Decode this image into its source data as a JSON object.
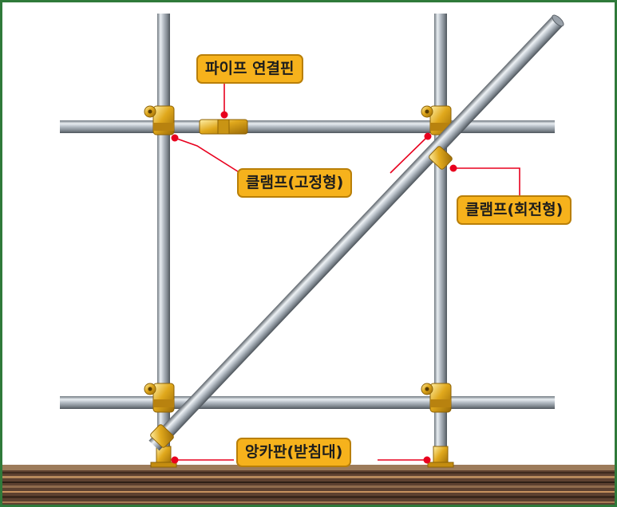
{
  "labels": {
    "pipe_pin": "파이프 연결핀",
    "clamp_fixed": "클램프(고정형)",
    "clamp_swivel": "클램프(회전형)",
    "base_plate": "앙카판(받침대)"
  },
  "colors": {
    "frame_border": "#2f7a3a",
    "callout_fill": "#f6b21c",
    "callout_border": "#b97f08",
    "leader_line": "#e8001e",
    "pipe_steel": "#b8c0c8",
    "clamp_gold": "#e0a81c"
  }
}
